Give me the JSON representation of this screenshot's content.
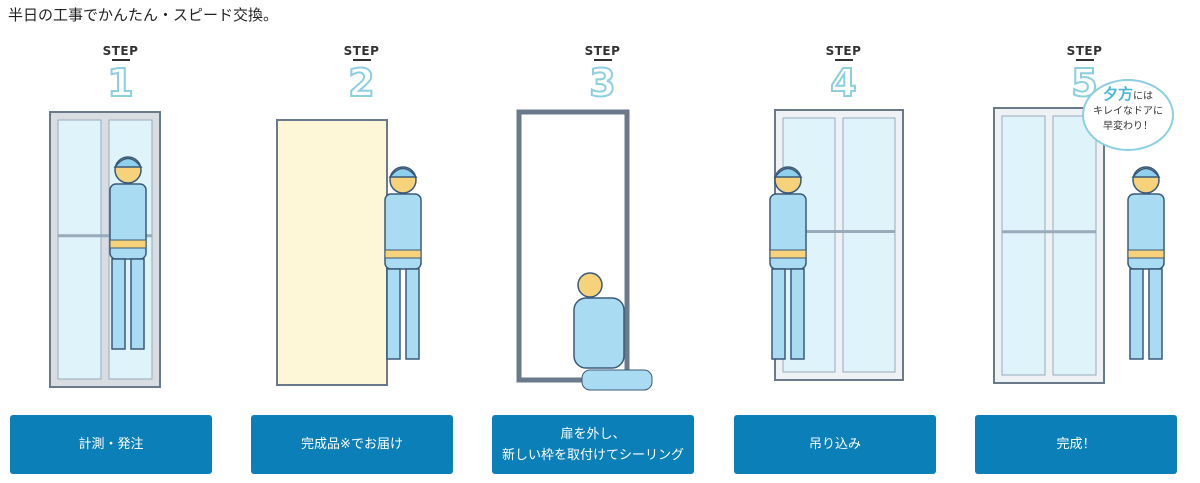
{
  "lead": "半日の工事でかんたん・スピード交換。",
  "step_label": "STEP",
  "steps": [
    {
      "number": "1",
      "button": "計測・発注"
    },
    {
      "number": "2",
      "button": "完成品※でお届け"
    },
    {
      "number": "3",
      "button": "扉を外し、\n新しい枠を取付けてシーリング"
    },
    {
      "number": "4",
      "button": "吊り込み"
    },
    {
      "number": "5",
      "button": "完成！"
    }
  ],
  "bubble": {
    "big": "夕方",
    "small": "には",
    "line2": "キレイなドアに",
    "line3": "早変わり！"
  },
  "colors": {
    "button": "#0a7fb8",
    "accent": "#8ccfe0"
  }
}
